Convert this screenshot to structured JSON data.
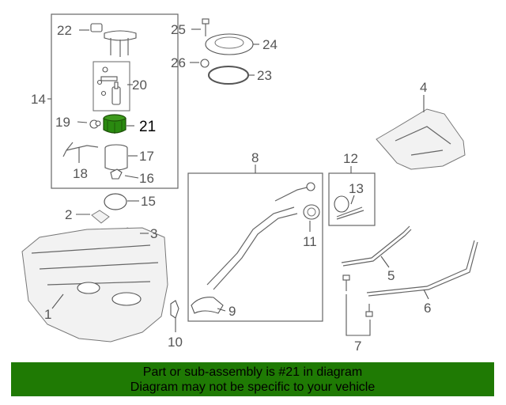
{
  "callouts": {
    "c1": "1",
    "c2": "2",
    "c3": "3",
    "c4": "4",
    "c5": "5",
    "c6": "6",
    "c7": "7",
    "c8": "8",
    "c9": "9",
    "c10": "10",
    "c11": "11",
    "c12": "12",
    "c13": "13",
    "c14": "14",
    "c15": "15",
    "c16": "16",
    "c17": "17",
    "c18": "18",
    "c19": "19",
    "c20": "20",
    "c21": "21",
    "c22": "22",
    "c23": "23",
    "c24": "24",
    "c25": "25",
    "c26": "26"
  },
  "highlight": {
    "part_number": "21",
    "color": "#2a8a10"
  },
  "footer": {
    "line1": "Part or sub-assembly is #21 in diagram",
    "line2": "Diagram may not be specific to your vehicle",
    "background": "#1f7a04"
  }
}
